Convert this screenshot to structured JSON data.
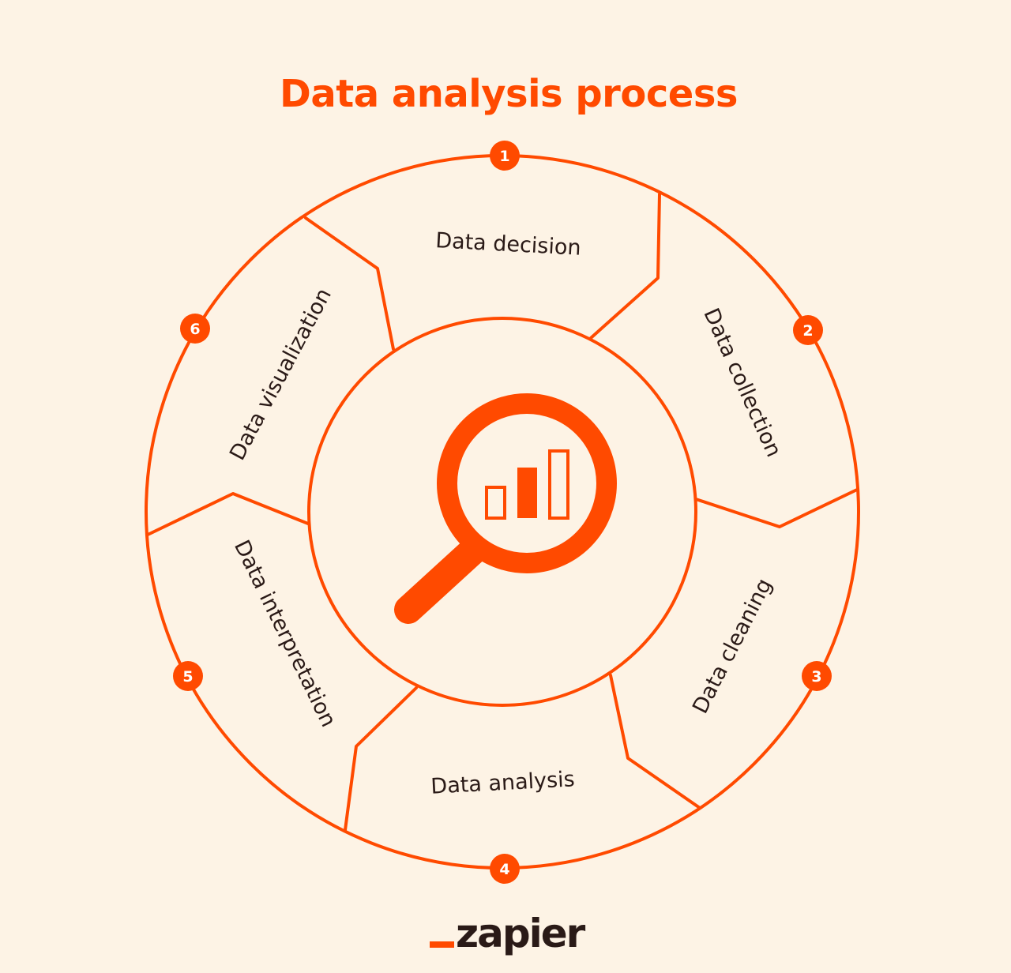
{
  "title": "Data analysis process",
  "colors": {
    "accent": "#ff4a00",
    "background": "#fdf3e5",
    "text": "#2a1a17",
    "badge_text": "#ffffff"
  },
  "center_icon": "magnifying-glass-bar-chart-icon",
  "steps": [
    {
      "number": "1",
      "label": "Data decision"
    },
    {
      "number": "2",
      "label": "Data collection"
    },
    {
      "number": "3",
      "label": "Data cleaning"
    },
    {
      "number": "4",
      "label": "Data analysis"
    },
    {
      "number": "5",
      "label": "Data interpretation"
    },
    {
      "number": "6",
      "label": "Data visualization"
    }
  ],
  "logo": {
    "text": "zapier",
    "icon": "zapier-underscore-mark"
  }
}
